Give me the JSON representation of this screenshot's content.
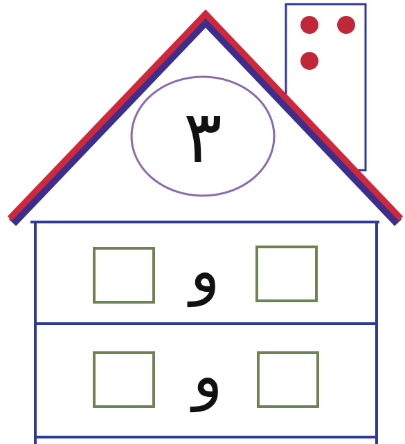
{
  "house": {
    "top_number": "٣",
    "rows": [
      {
        "connector": "و",
        "left_box": "",
        "right_box": ""
      },
      {
        "connector": "و",
        "left_box": "",
        "right_box": ""
      }
    ],
    "chimney_dots": 3
  },
  "colors": {
    "roof": "#d0283b",
    "roof_inner": "#3b2e8c",
    "walls": "#2d3a9a",
    "circle": "#8a6bb0",
    "answer_box": "#6e8450",
    "dot": "#c0283a",
    "text": "#111111"
  }
}
